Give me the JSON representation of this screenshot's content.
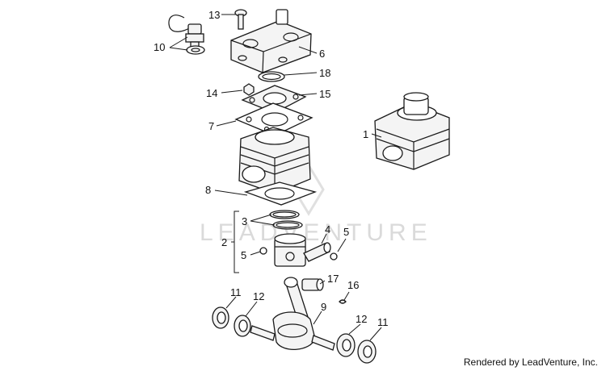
{
  "diagram": {
    "callouts": [
      "13",
      "10",
      "6",
      "18",
      "14",
      "15",
      "7",
      "1",
      "8",
      "3",
      "2",
      "4",
      "5",
      "5",
      "17",
      "16",
      "11",
      "12",
      "9",
      "12",
      "11"
    ],
    "watermark": "LEADVENTURE",
    "credit": "Rendered by LeadVenture, Inc."
  }
}
